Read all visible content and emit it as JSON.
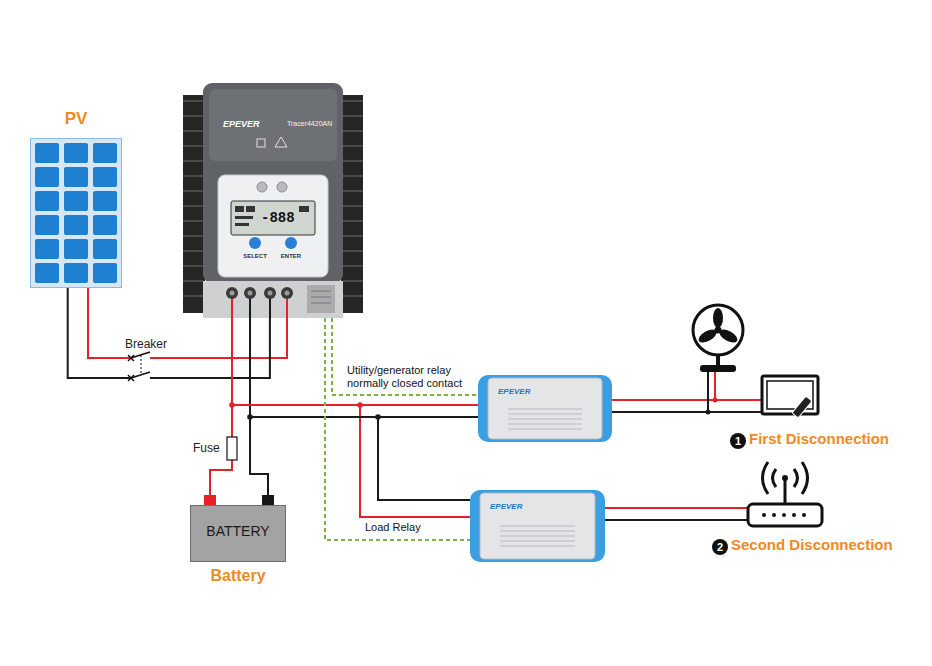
{
  "diagram": {
    "nodes": [
      {
        "text": [
          "PV"
        ]
      },
      {
        "text": [
          "EPEVER",
          "Tracer4420AN",
          "-888",
          "SELECT",
          "ENTER"
        ]
      },
      {
        "text": [
          "BATTERY",
          "Battery"
        ]
      },
      {
        "text": [
          "EPEVER"
        ]
      },
      {
        "text": [
          "EPEVER"
        ]
      }
    ],
    "edges": [
      {
        "from": 0,
        "to": 1,
        "arrow": "none"
      },
      {
        "from": 1,
        "to": 2,
        "arrow": "none"
      },
      {
        "from": 2,
        "to": 3,
        "arrow": "none"
      },
      {
        "from": 2,
        "to": 4,
        "arrow": "none"
      },
      {
        "from": 1,
        "to": 3,
        "arrow": "none",
        "label": "Utility/generator relay normally closed contact"
      },
      {
        "from": 1,
        "to": 4,
        "arrow": "none",
        "label": "Load Relay"
      }
    ],
    "labels": [
      "Breaker",
      "Fuse",
      "1",
      "First Disconnection",
      "2",
      "Second Disconnection"
    ]
  }
}
